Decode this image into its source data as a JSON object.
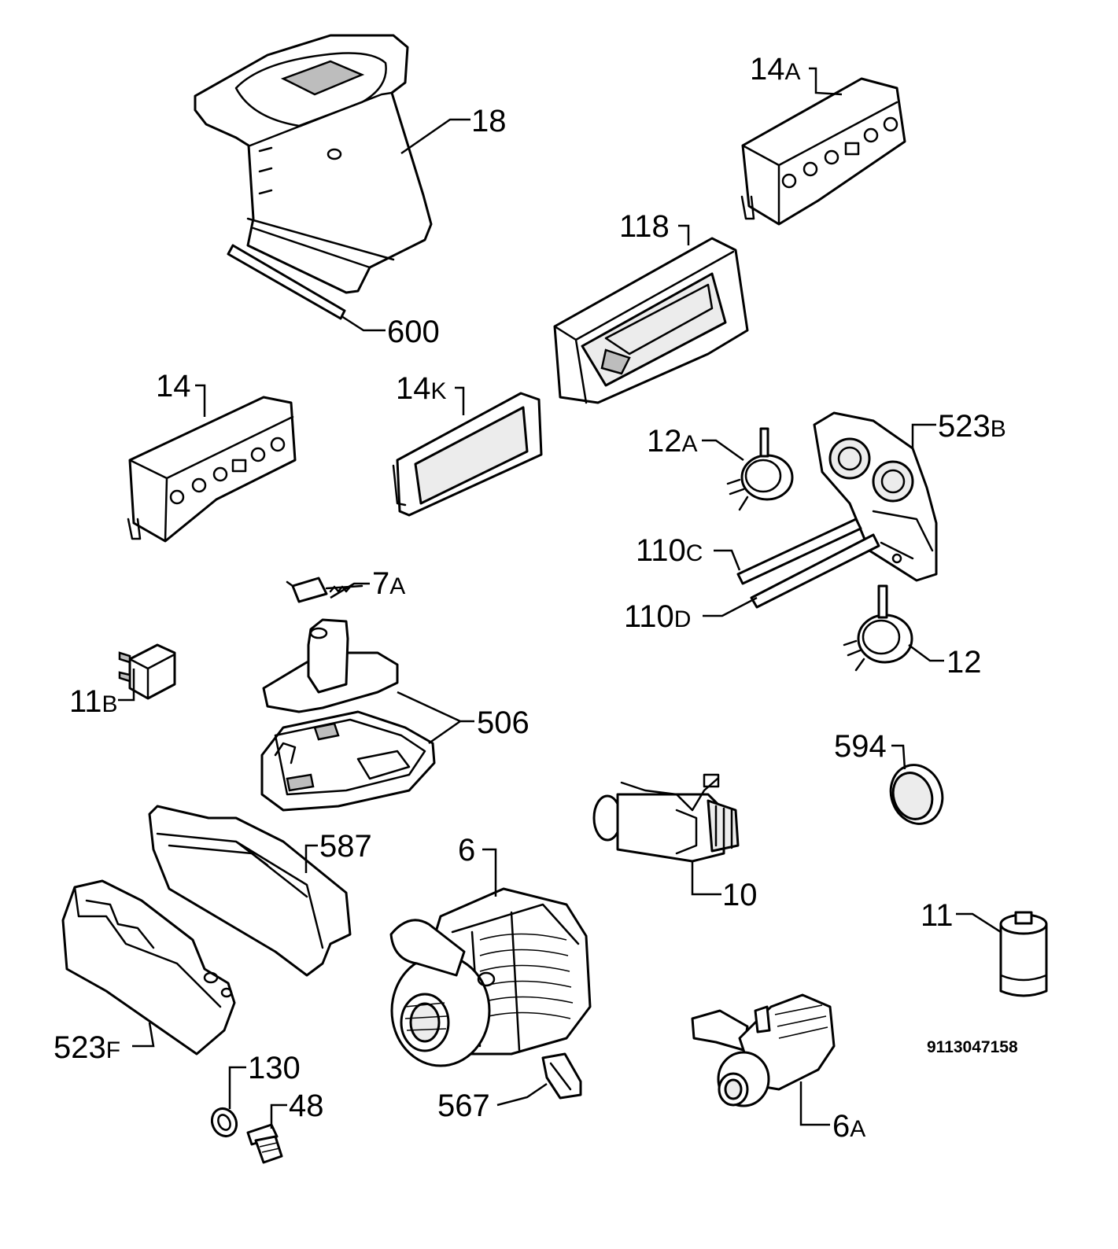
{
  "diagram": {
    "drawing_code": "9113047158",
    "callouts": {
      "c18": {
        "num": "18",
        "suf": ""
      },
      "c600": {
        "num": "600",
        "suf": ""
      },
      "c14A": {
        "num": "14",
        "suf": "A"
      },
      "c118": {
        "num": "118",
        "suf": ""
      },
      "c14": {
        "num": "14",
        "suf": ""
      },
      "c14K": {
        "num": "14",
        "suf": "K"
      },
      "c12A": {
        "num": "12",
        "suf": "A"
      },
      "c523B": {
        "num": "523",
        "suf": "B"
      },
      "c110C": {
        "num": "110",
        "suf": "C"
      },
      "c110D": {
        "num": "110",
        "suf": "D"
      },
      "c12": {
        "num": "12",
        "suf": ""
      },
      "c7A": {
        "num": "7",
        "suf": "A"
      },
      "c11B": {
        "num": "11",
        "suf": "B"
      },
      "c506": {
        "num": "506",
        "suf": ""
      },
      "c594": {
        "num": "594",
        "suf": ""
      },
      "c587": {
        "num": "587",
        "suf": ""
      },
      "c6": {
        "num": "6",
        "suf": ""
      },
      "c10": {
        "num": "10",
        "suf": ""
      },
      "c11": {
        "num": "11",
        "suf": ""
      },
      "c523F": {
        "num": "523",
        "suf": "F"
      },
      "c130": {
        "num": "130",
        "suf": ""
      },
      "c48": {
        "num": "48",
        "suf": ""
      },
      "c567": {
        "num": "567",
        "suf": ""
      },
      "c6A": {
        "num": "6",
        "suf": "A"
      }
    }
  }
}
